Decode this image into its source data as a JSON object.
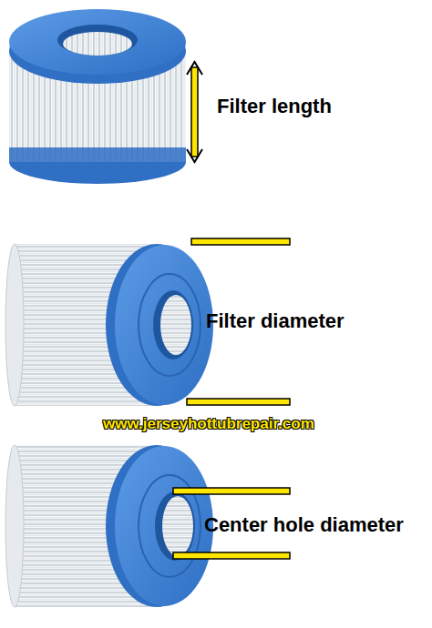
{
  "diagram": {
    "labels": [
      "Filter length",
      "Filter diameter",
      "www.jerseyhottubrepair.com",
      "Center hole diameter"
    ]
  }
}
